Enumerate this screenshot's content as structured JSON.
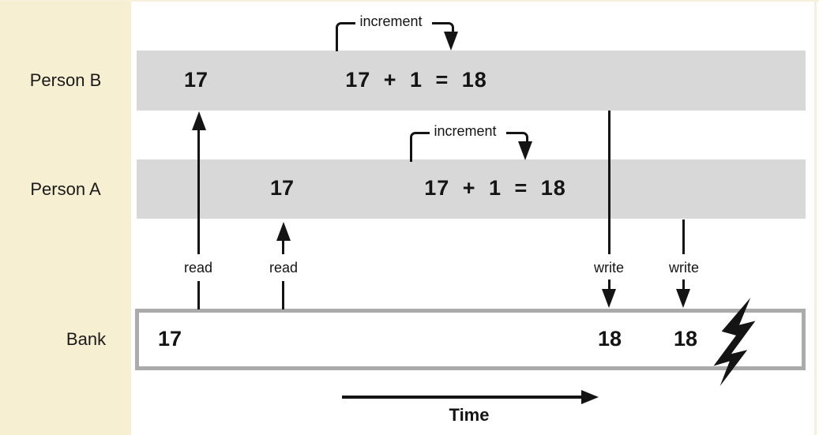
{
  "colors": {
    "sidebar_background": "#F6EFD2",
    "lane_bar": "#D8D8D8",
    "bank_border": "#ABABAB",
    "ink": "#141414",
    "page_background": "#FFFFFF"
  },
  "lanes": {
    "person_b": {
      "label": "Person B",
      "read_value": "17",
      "increment_label": "increment",
      "expression": "17 + 1 = 18"
    },
    "person_a": {
      "label": "Person A",
      "read_value": "17",
      "increment_label": "increment",
      "expression": "17 + 1 = 18"
    },
    "bank": {
      "label": "Bank",
      "initial_value": "17",
      "written_value_1": "18",
      "written_value_2": "18"
    }
  },
  "arrows": {
    "read_1_label": "read",
    "read_2_label": "read",
    "write_1_label": "write",
    "write_2_label": "write"
  },
  "timeline": {
    "label": "Time"
  },
  "icons": {
    "conflict_icon": "lightning-bolt"
  }
}
